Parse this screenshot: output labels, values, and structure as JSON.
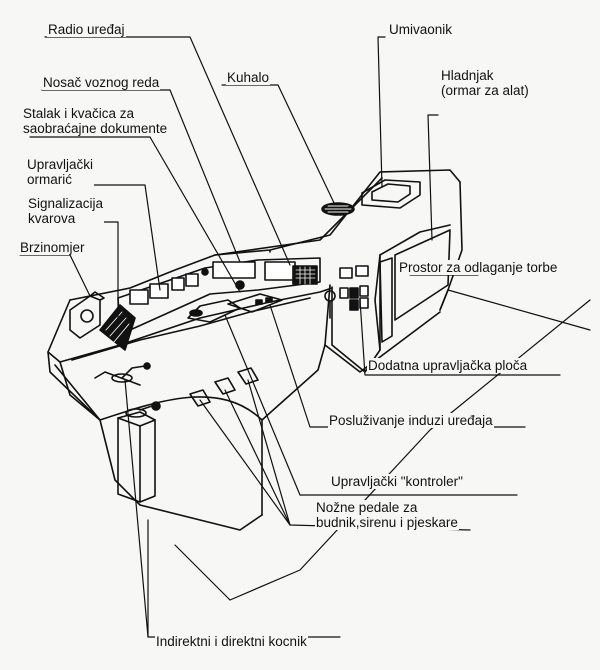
{
  "labels": {
    "radio": "Radio uređaj",
    "umivaonik": "Umivaonik",
    "nosac": "Nosač voznog reda",
    "kuhalo": "Kuhalo",
    "hladnjak": "Hladnjak\n(ormar za alat)",
    "stalak": "Stalak i kvačica za\nsaobraćajne dokumente",
    "upravljacki_ormaric": "Upravljački\normarić",
    "signalizacija": "Signalizacija\nkvarova",
    "brzinomjer": "Brzinomjer",
    "prostor": "Prostor za odlaganje torbe",
    "dodatna": "Dodatna upravljačka ploča",
    "posluzivanje": "Posluživanje induzi uređaja",
    "kontroler": "Upravljački \"kontroler\"",
    "pedale": "Nožne pedale za\nbudnik,sirenu i pjeskare",
    "kocnik": "Indirektni i direktni kocnik"
  }
}
